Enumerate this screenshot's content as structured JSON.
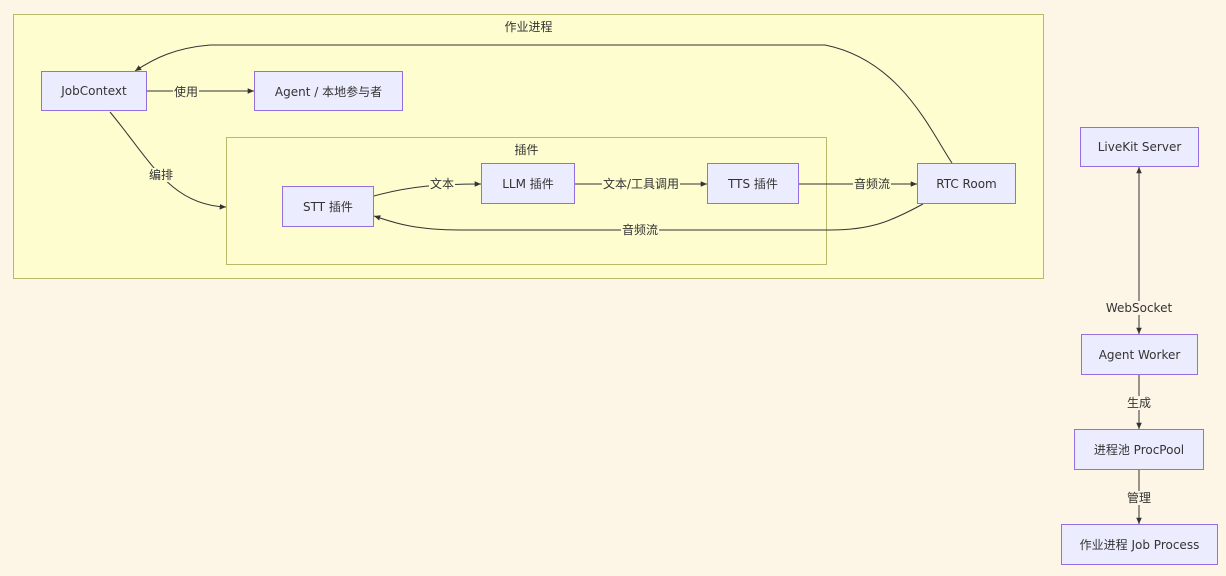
{
  "clusters": {
    "job_process": "作业进程",
    "plugins": "插件"
  },
  "nodes": {
    "job_context": "JobContext",
    "agent_local": "Agent / 本地参与者",
    "stt": "STT 插件",
    "llm": "LLM 插件",
    "tts": "TTS 插件",
    "rtc_room": "RTC Room",
    "livekit_server": "LiveKit Server",
    "agent_worker": "Agent Worker",
    "proc_pool": "进程池 ProcPool",
    "job_process_node": "作业进程 Job Process"
  },
  "edges": {
    "uses": "使用",
    "orchestrates": "编排",
    "text": "文本",
    "text_tool_call": "文本/工具调用",
    "audio_stream_out": "音频流",
    "audio_stream_in": "音频流",
    "websocket": "WebSocket",
    "spawns": "生成",
    "manages": "管理"
  },
  "colors": {
    "background": "#fdf6e6",
    "cluster_fill": "#fdfdd0",
    "cluster_border": "#b9b96a",
    "node_fill": "#ececff",
    "node_border": "#9370db",
    "edge": "#333333"
  }
}
